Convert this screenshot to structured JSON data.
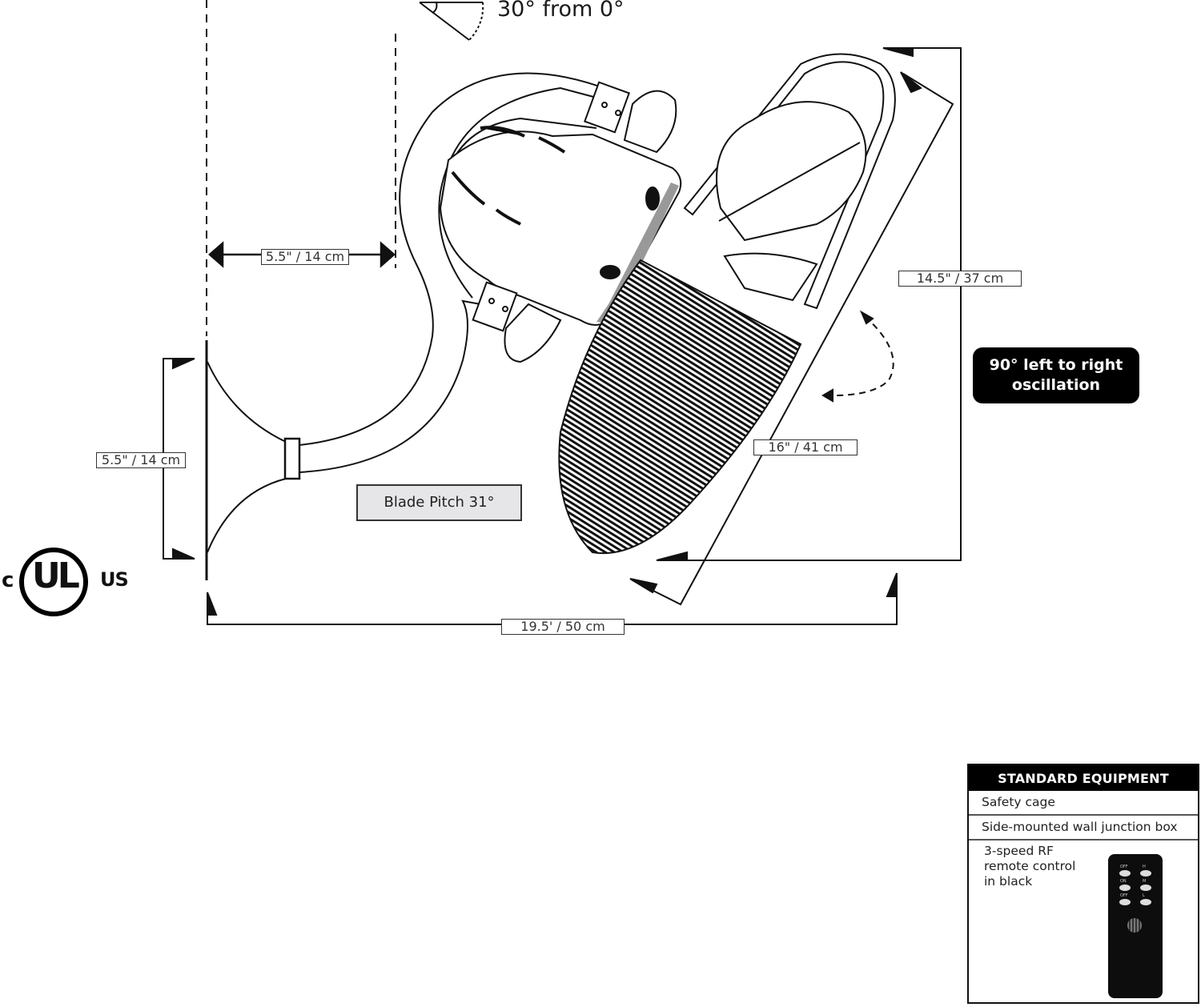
{
  "diagram": {
    "angle_note": "30° from 0°",
    "blade_pitch_label": "Blade Pitch 31°",
    "oscillation_note_line1": "90° left to right",
    "oscillation_note_line2": "oscillation",
    "dimensions": {
      "wall_offset": "5.5\" / 14 cm",
      "mount_height": "5.5\" / 14 cm",
      "overall_height": "14.5\" / 37 cm",
      "fan_head_length": "16\" / 41 cm",
      "overall_depth": "19.5' / 50 cm"
    }
  },
  "certification": {
    "prefix": "c",
    "mark": "UL",
    "suffix": "US"
  },
  "standard_equipment": {
    "title": "STANDARD EQUIPMENT",
    "items": [
      "Safety cage",
      "Side-mounted wall junction box",
      "3-speed RF remote control in black"
    ],
    "remote_buttons": [
      "OFF",
      "H",
      "ON",
      "M",
      "OFF",
      "L"
    ]
  }
}
